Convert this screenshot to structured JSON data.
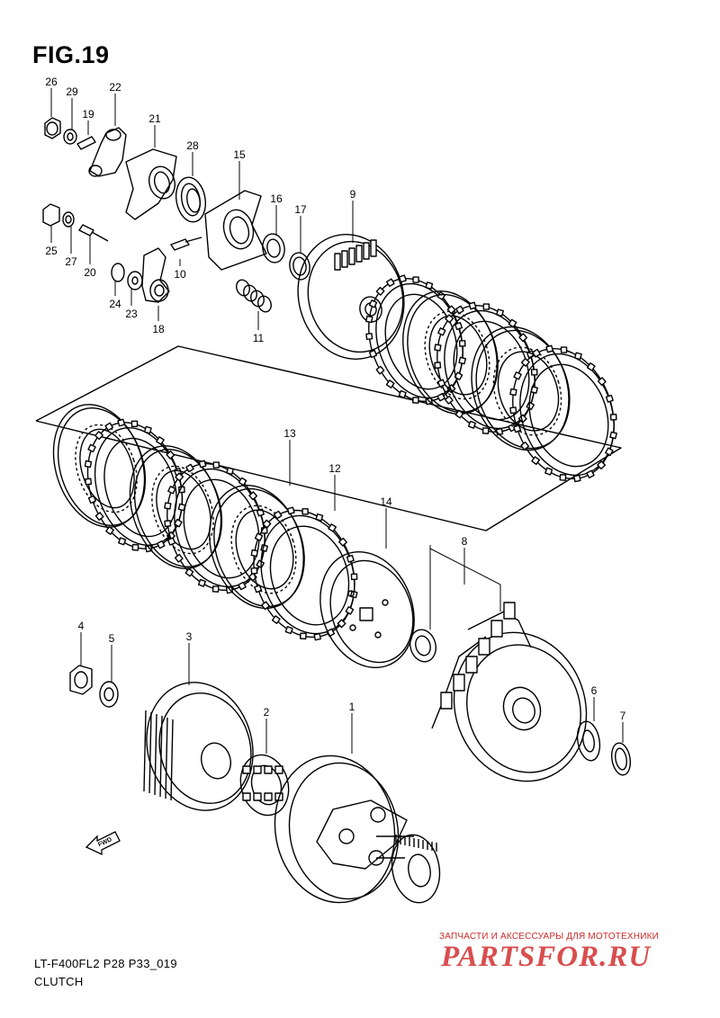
{
  "figure": {
    "title": "FIG.19",
    "model_code": "LT-F400FL2 P28 P33_019",
    "section_name": "CLUTCH",
    "fwd_label": "FWD"
  },
  "watermark": {
    "caption": "ЗАПЧАСТИ И АКСЕССУАРЫ ДЛЯ МОТОТЕХНИКИ",
    "logo": "PARTSFOR.RU"
  },
  "parts": [
    {
      "id": "1"
    },
    {
      "id": "2"
    },
    {
      "id": "3"
    },
    {
      "id": "4"
    },
    {
      "id": "5"
    },
    {
      "id": "6"
    },
    {
      "id": "7"
    },
    {
      "id": "8"
    },
    {
      "id": "9"
    },
    {
      "id": "10"
    },
    {
      "id": "11"
    },
    {
      "id": "12"
    },
    {
      "id": "13"
    },
    {
      "id": "14"
    },
    {
      "id": "15"
    },
    {
      "id": "16"
    },
    {
      "id": "17"
    },
    {
      "id": "18"
    },
    {
      "id": "19"
    },
    {
      "id": "20"
    },
    {
      "id": "21"
    },
    {
      "id": "22"
    },
    {
      "id": "23"
    },
    {
      "id": "24"
    },
    {
      "id": "25"
    },
    {
      "id": "26"
    },
    {
      "id": "27"
    },
    {
      "id": "28"
    },
    {
      "id": "29"
    }
  ]
}
